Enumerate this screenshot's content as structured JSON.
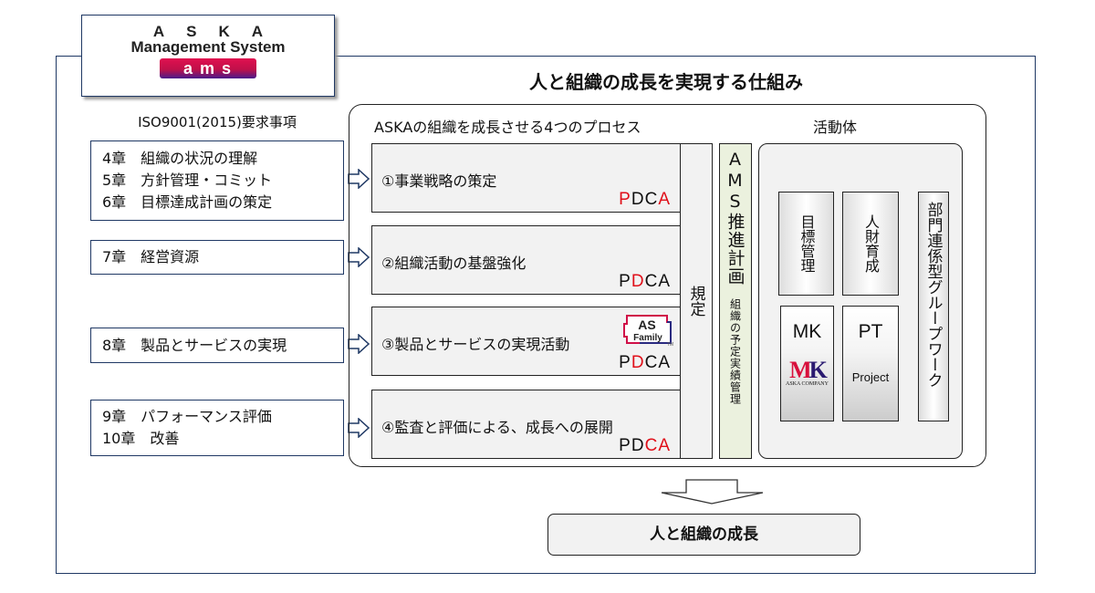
{
  "logo": {
    "line1": "ASKA",
    "line2": "Management System",
    "line3": "ams"
  },
  "title": "人と組織の成長を実現する仕組み",
  "iso": {
    "header": "ISO9001(2015)要求事項",
    "groups": [
      [
        "4章　組織の状況の理解",
        "5章　方針管理・コミット",
        "6章　目標達成計画の策定"
      ],
      [
        "7章　経営資源"
      ],
      [
        "8章　製品とサービスの実現"
      ],
      [
        "9章　パフォーマンス評価",
        "10章　改善"
      ]
    ]
  },
  "process": {
    "header": "ASKAの組織を成長させる4つのプロセス",
    "items": [
      {
        "label": "①事業戦略の策定",
        "pdca": [
          [
            "P",
            true
          ],
          [
            "D",
            false
          ],
          [
            "C",
            false
          ],
          [
            "A",
            true
          ]
        ]
      },
      {
        "label": "②組織活動の基盤強化",
        "pdca": [
          [
            "P",
            false
          ],
          [
            "D",
            true
          ],
          [
            "C",
            false
          ],
          [
            "A",
            false
          ]
        ]
      },
      {
        "label": "③製品とサービスの実現活動",
        "pdca": [
          [
            "P",
            false
          ],
          [
            "D",
            true
          ],
          [
            "C",
            false
          ],
          [
            "A",
            false
          ]
        ]
      },
      {
        "label": "④監査と評価による、成長への展開",
        "pdca": [
          [
            "P",
            false
          ],
          [
            "D",
            false
          ],
          [
            "C",
            true
          ],
          [
            "A",
            true
          ]
        ]
      }
    ],
    "as_family": {
      "line1": "AS",
      "line2": "Family",
      "tm": "TM"
    }
  },
  "kitei": "規定",
  "ams": {
    "title": "AMS推進計画",
    "sub": "組織の予定実績管理"
  },
  "activity": {
    "header": "活動体",
    "mokuhyo": "目標管理",
    "jinzai": "人財育成",
    "bumon": "部門連係型グループワーク",
    "mk": "MK",
    "mk_logo": "MK",
    "mk_logo_sub": "ASKA COMPANY",
    "pt": "PT",
    "pt_sub": "Project"
  },
  "result": "人と組織の成長",
  "colors": {
    "navy": "#1f3864",
    "red": "#e0101a",
    "green_bg": "#ebf1de",
    "gray_bg": "#f2f2f2"
  }
}
